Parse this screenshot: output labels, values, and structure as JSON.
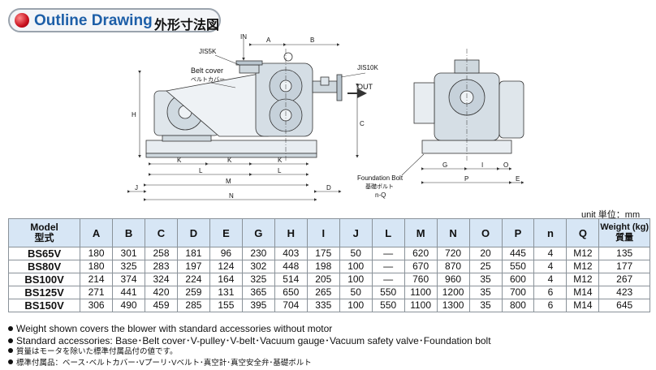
{
  "header": {
    "title_en": "Outline Drawing",
    "title_jp": "外形寸法図"
  },
  "drawing": {
    "labels": {
      "in": "IN",
      "out": "OUT",
      "jis5k": "JIS5K",
      "jis10k": "JIS10K",
      "belt_cover": "Belt cover",
      "belt_cover_jp": "ベルトカバー",
      "foundation_bolt": "Foundation Bolt",
      "foundation_bolt_jp": "基礎ボルト",
      "nq": "n-Q",
      "dim_a": "A",
      "dim_b": "B",
      "dim_c": "C",
      "dim_d": "D",
      "dim_e": "E",
      "dim_g": "G",
      "dim_h": "H",
      "dim_i": "I",
      "dim_j": "J",
      "dim_k": "K",
      "dim_l": "L",
      "dim_m": "M",
      "dim_n": "N",
      "dim_o": "O",
      "dim_p": "P"
    }
  },
  "unit_label": "unit 単位：mm",
  "table": {
    "headers": [
      {
        "en": "Model",
        "jp": "型式"
      },
      {
        "en": "A"
      },
      {
        "en": "B"
      },
      {
        "en": "C"
      },
      {
        "en": "D"
      },
      {
        "en": "E"
      },
      {
        "en": "G"
      },
      {
        "en": "H"
      },
      {
        "en": "I"
      },
      {
        "en": "J"
      },
      {
        "en": "L"
      },
      {
        "en": "M"
      },
      {
        "en": "N"
      },
      {
        "en": "O"
      },
      {
        "en": "P"
      },
      {
        "en": "n"
      },
      {
        "en": "Q"
      },
      {
        "en": "Weight (kg)",
        "jp": "質量"
      }
    ],
    "rows": [
      [
        "BS65V",
        "180",
        "301",
        "258",
        "181",
        "96",
        "230",
        "403",
        "175",
        "50",
        "—",
        "620",
        "720",
        "20",
        "445",
        "4",
        "M12",
        "135"
      ],
      [
        "BS80V",
        "180",
        "325",
        "283",
        "197",
        "124",
        "302",
        "448",
        "198",
        "100",
        "—",
        "670",
        "870",
        "25",
        "550",
        "4",
        "M12",
        "177"
      ],
      [
        "BS100V",
        "214",
        "374",
        "324",
        "224",
        "164",
        "325",
        "514",
        "205",
        "100",
        "—",
        "760",
        "960",
        "35",
        "600",
        "4",
        "M12",
        "267"
      ],
      [
        "BS125V",
        "271",
        "441",
        "420",
        "259",
        "131",
        "365",
        "650",
        "265",
        "50",
        "550",
        "1100",
        "1200",
        "35",
        "700",
        "6",
        "M14",
        "423"
      ],
      [
        "BS150V",
        "306",
        "490",
        "459",
        "285",
        "155",
        "395",
        "704",
        "335",
        "100",
        "550",
        "1100",
        "1300",
        "35",
        "800",
        "6",
        "M14",
        "645"
      ]
    ]
  },
  "notes": [
    "Weight shown covers the blower with standard accessories without motor",
    "Standard accessories: Base･Belt cover･V-pulley･V-belt･Vacuum gauge･Vacuum safety valve･Foundation bolt",
    "質量はモータを除いた標準付属品付の値です。",
    "標準付属品：ベース･ベルトカバー･Vプーリ･Vベルト･真空計･真空安全弁･基礎ボルト"
  ]
}
